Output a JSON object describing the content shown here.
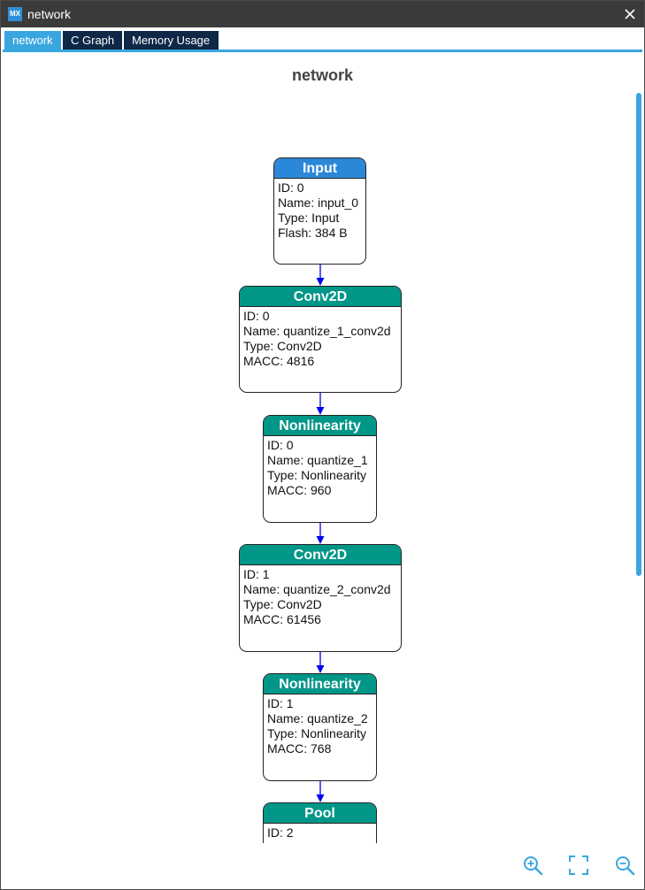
{
  "window": {
    "title": "network",
    "app_icon_text": "MX"
  },
  "tabs": [
    {
      "label": "network",
      "active": true
    },
    {
      "label": "C Graph",
      "active": false
    },
    {
      "label": "Memory Usage",
      "active": false
    }
  ],
  "graph": {
    "title": "network",
    "nodes": [
      {
        "header": "Input",
        "lines": [
          "ID: 0",
          "Name: input_0",
          "Type: Input",
          "Flash: 384 B"
        ]
      },
      {
        "header": "Conv2D",
        "lines": [
          "ID: 0",
          "Name: quantize_1_conv2d",
          "Type: Conv2D",
          "MACC: 4816"
        ]
      },
      {
        "header": "Nonlinearity",
        "lines": [
          "ID: 0",
          "Name: quantize_1",
          "Type: Nonlinearity",
          "MACC: 960"
        ]
      },
      {
        "header": "Conv2D",
        "lines": [
          "ID: 1",
          "Name: quantize_2_conv2d",
          "Type: Conv2D",
          "MACC: 61456"
        ]
      },
      {
        "header": "Nonlinearity",
        "lines": [
          "ID: 1",
          "Name: quantize_2",
          "Type: Nonlinearity",
          "MACC: 768"
        ]
      },
      {
        "header": "Pool",
        "lines": [
          "ID: 2"
        ]
      }
    ]
  },
  "controls": {
    "zoom_in_icon": "zoom-in-icon",
    "fit_icon": "fit-screen-icon",
    "zoom_out_icon": "zoom-out-icon"
  },
  "colors": {
    "accent": "#3aa6e0",
    "tab_inactive": "#0f2847",
    "input_header": "#2b88d8",
    "layer_header": "#009688",
    "edge": "#0000ee",
    "titlebar": "#3b3b3b"
  }
}
